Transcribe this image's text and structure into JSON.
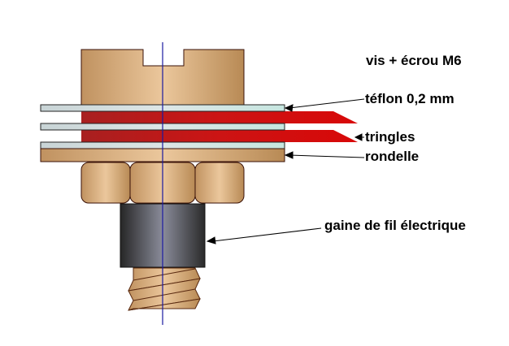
{
  "title": "vis + écrou M6",
  "labels": {
    "teflon": "téflon 0,2 mm",
    "tringles": "tringles",
    "rondelle": "rondelle",
    "gaine": "gaine de fil électrique"
  },
  "colors": {
    "bronze_light": "#e8c498",
    "bronze_dark": "#b88a55",
    "teflon": "#cfe4e2",
    "red": "#cc1010",
    "sheath_dark": "#2c2c2c",
    "sheath_light": "#8a8c9a",
    "axis": "#1a1aa0",
    "outline": "#3a1208"
  }
}
